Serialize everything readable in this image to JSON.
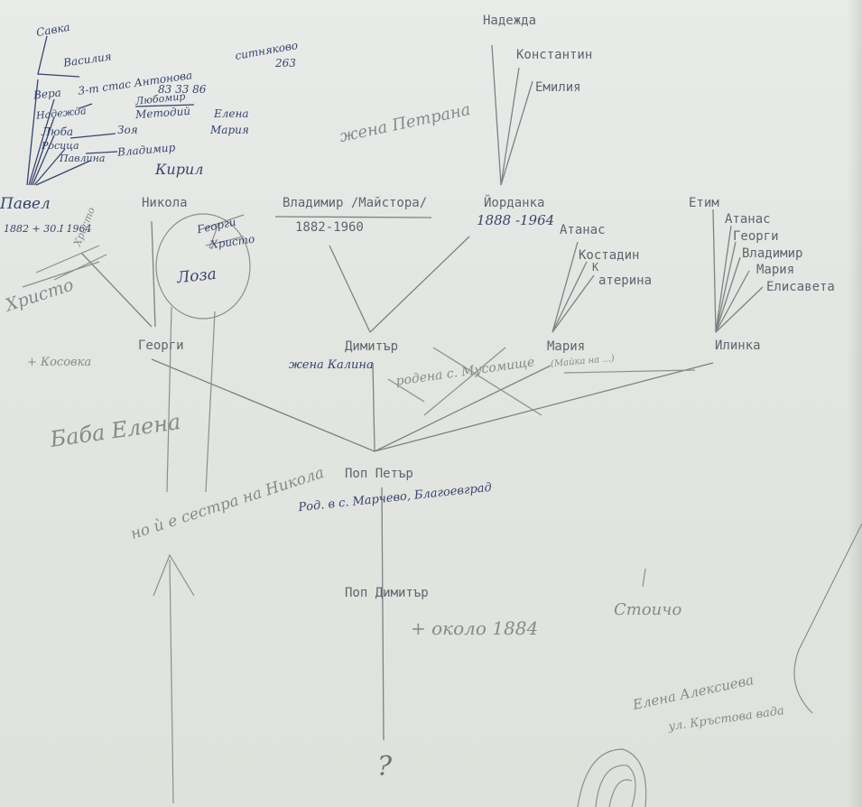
{
  "typed": {
    "nadezhda": "Надежда",
    "konstantin": "Константин",
    "emilia": "Емилия",
    "pavel": "Павел",
    "nikola": "Никола",
    "vladimir": "Владимир /Майстора/",
    "vladimir_years": "1882-1960",
    "yordanka": "Йорданка",
    "etim": "Етим",
    "atanas_r": "Атанас",
    "georgi_r": "Георги",
    "vladimir_r": "Владимир",
    "maria_r": "Мария",
    "elisaveta_r": "Елисавета",
    "atanas_m": "Атанас",
    "kostadin": "Костадин",
    "katerina_k": "К",
    "katerina_rest": "атерина",
    "georgi": "Георги",
    "dimitar": "Димитър",
    "maria": "Мария",
    "ilinka": "Илинка",
    "pop_petar": "Поп Петър",
    "pop_dimitar": "Поп Димитър"
  },
  "handwritten": {
    "savka": "Савка",
    "vasilia": "Василия",
    "sitnyakovo": "ситняково",
    "sitnyakovo_num": "263",
    "vera": "Вера",
    "vera_note": "3-т стас Антонова",
    "phone": "83 33 86",
    "nadezhda_h": "Надежда",
    "lyubomir_top": "Любомир",
    "metodiy": "Методий",
    "elena_r": "Елена",
    "lyuba": "Люба",
    "zoya": "Зоя",
    "maria_r_h": "Мария",
    "rositsa": "Росица",
    "pavlina": "Павлина",
    "vladimir_h": "Владимир",
    "kiril": "Кирил",
    "zhena": "жена Петрана",
    "pavel_dates": "1882 + 30.I 1964",
    "hristo_vert": "Христо",
    "yordanka_years": "1888 -1964",
    "georgi_h": "Георги",
    "hristo_h": "Христо",
    "loza": "Лоза",
    "hristo_big": "Христо",
    "zhena_kalina": "жена Калина",
    "rodena": "родена с. Мусомище",
    "maria_note": "(Майка на ...)",
    "kosovka": "+ Косовка",
    "baba_elena": "Баба Елена",
    "sestra": "но ѝ е сестра на Никола",
    "rodom": "Род. в с. Марчево, Благоевград",
    "okolo": "+ около 1884",
    "stoyu": "Стоичо",
    "elena_aleks": "Елена Алексиева",
    "address": "ул. Кръстова вада",
    "question": "?"
  }
}
